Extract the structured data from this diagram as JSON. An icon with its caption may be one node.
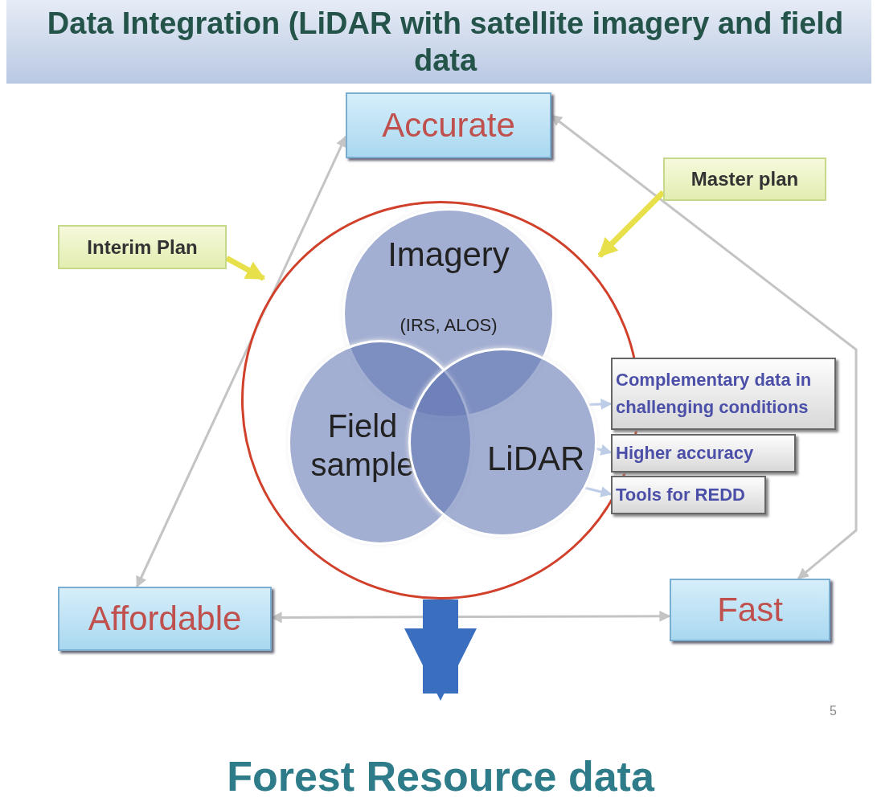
{
  "diagram": {
    "title": "Data Integration (LiDAR with satellite imagery and field data",
    "nodes": [
      {
        "text": [
          "Accurate"
        ]
      },
      {
        "text": [
          "Interim Plan"
        ]
      },
      {
        "text": [
          "Master plan"
        ]
      },
      {
        "text": [],
        "shape": "circle"
      },
      {
        "text": [
          "Imagery",
          "(IRS, ALOS)"
        ],
        "in": 3
      },
      {
        "text": [
          "Field sample"
        ],
        "in": 3
      },
      {
        "text": [
          "LiDAR"
        ],
        "in": 3
      },
      {
        "text": [
          "Complementary data in challenging conditions"
        ]
      },
      {
        "text": [
          "Higher accuracy"
        ]
      },
      {
        "text": [
          "Tools for REDD"
        ]
      },
      {
        "text": [
          "Affordable"
        ]
      },
      {
        "text": [
          "Fast"
        ]
      },
      {
        "text": [
          "Forest Resource data"
        ]
      }
    ],
    "edges": [
      {
        "from": 10,
        "to": 0,
        "arrow": "both"
      },
      {
        "from": 0,
        "to": 11,
        "arrow": "both"
      },
      {
        "from": 10,
        "to": 11,
        "arrow": "both"
      },
      {
        "from": 1,
        "to": 3,
        "arrow": "to",
        "style": "thick",
        "color": "#e8e04a"
      },
      {
        "from": 2,
        "to": 3,
        "arrow": "to",
        "style": "thick",
        "color": "#e8e04a"
      },
      {
        "from": 6,
        "to": 7,
        "arrow": "to",
        "color": "#5b7fc4"
      },
      {
        "from": 6,
        "to": 8,
        "arrow": "to",
        "color": "#5b7fc4"
      },
      {
        "from": 6,
        "to": 9,
        "arrow": "to",
        "color": "#5b7fc4"
      },
      {
        "from": 3,
        "to": 12,
        "arrow": "to",
        "style": "thick",
        "color": "#3a6fc0"
      }
    ],
    "labels": [
      "5"
    ]
  }
}
